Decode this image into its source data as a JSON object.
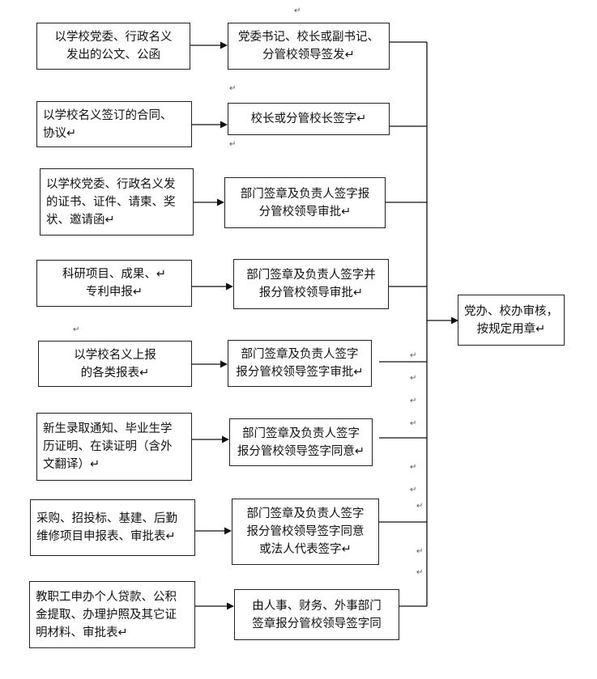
{
  "sources": [
    {
      "text": "以学校党委、行政名义\n发出的公文、公函"
    },
    {
      "text": "以学校名义签订的合同、\n协议↵"
    },
    {
      "text": "以学校党委、行政名义发\n的证书、证件、请柬、奖\n状、邀请函↵"
    },
    {
      "text": "科研项目、成果、↵\n专利申报↵"
    },
    {
      "text": "以学校名义上报\n的各类报表↵"
    },
    {
      "text": "新生录取通知、毕业生学\n历证明、在读证明（含外\n文翻译）↵"
    },
    {
      "text": "采购、招投标、基建、后勤\n维修项目申报表、审批表↵"
    },
    {
      "text": "教职工申办个人贷款、公积\n金提取、办理护照及其它证\n明材料、审批表↵"
    }
  ],
  "approvals": [
    {
      "text": "党委书记、校长或副书记、\n分管校领导签发↵"
    },
    {
      "text": "校长或分管校长签字↵"
    },
    {
      "text": "部门签章及负责人签字报\n分管校领导审批↵"
    },
    {
      "text": "部门签章及负责人签字并\n报分管校领导审批↵"
    },
    {
      "text": "部门签章及负责人签字\n报分管校领导签字审批↵"
    },
    {
      "text": "部门签章及负责人签字\n报分管校领导签字同意↵"
    },
    {
      "text": "部门签章及负责人签字\n报分管校领导签字同意\n或法人代表签字↵"
    },
    {
      "text": "由人事、财务、外事部门\n签章报分管校领导签字同"
    }
  ],
  "final": {
    "text": "党办、校办审核，\n按规定用章↵"
  },
  "paragraph_mark": "↵"
}
